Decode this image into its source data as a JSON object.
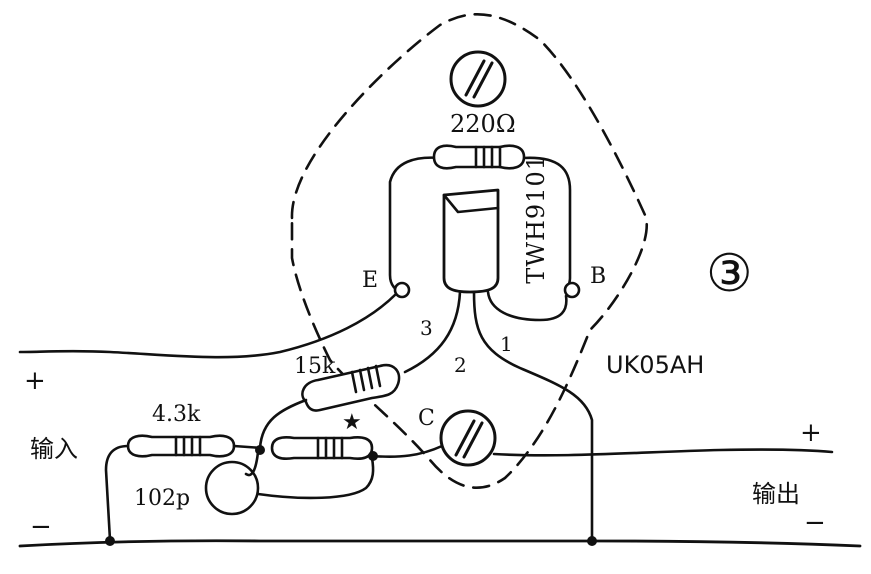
{
  "figure_number": "③",
  "module_label": "UK05AH",
  "chip_label": "TWH9101",
  "resistors": {
    "r_220": "220Ω",
    "r_15k": "15k",
    "r_4_3k": "4.3k",
    "r_star": "★"
  },
  "capacitor_label": "102p",
  "terminals": {
    "e": "E",
    "b": "B",
    "c": "C"
  },
  "pins": {
    "p1": "1",
    "p2": "2",
    "p3": "3"
  },
  "input": {
    "label": "输入",
    "plus": "+",
    "minus": "−"
  },
  "output": {
    "label": "输出",
    "plus": "+",
    "minus": "−"
  }
}
